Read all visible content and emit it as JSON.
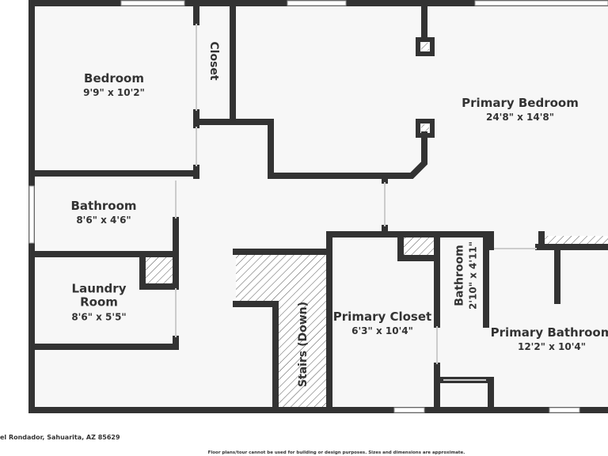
{
  "rooms": {
    "bedroom": {
      "name": "Bedroom",
      "dims": "9'9\" x 10'2\""
    },
    "closet": {
      "name": "Closet"
    },
    "primary_bedroom": {
      "name": "Primary Bedroom",
      "dims": "24'8\" x 14'8\""
    },
    "bathroom": {
      "name": "Bathroom",
      "dims": "8'6\" x 4'6\""
    },
    "laundry": {
      "name_line1": "Laundry",
      "name_line2": "Room",
      "dims": "8'6\" x 5'5\""
    },
    "stairs": {
      "name": "Stairs (Down)"
    },
    "primary_closet": {
      "name": "Primary Closet",
      "dims": "6'3\" x 10'4\""
    },
    "small_bathroom": {
      "name": "Bathroom",
      "dims": "2'10\" x 4'11\""
    },
    "primary_bathroom": {
      "name": "Primary Bathroom",
      "dims": "12'2\" x 10'4\""
    }
  },
  "footer": {
    "address": "el Rondador, Sahuarita, AZ 85629",
    "disclaimer": "Floor plans/tour cannot be used for building or design purposes. Sizes and dimensions are approximate."
  },
  "colors": {
    "wall": "#333333",
    "floor": "#f7f7f7",
    "window": "#cccccc"
  }
}
